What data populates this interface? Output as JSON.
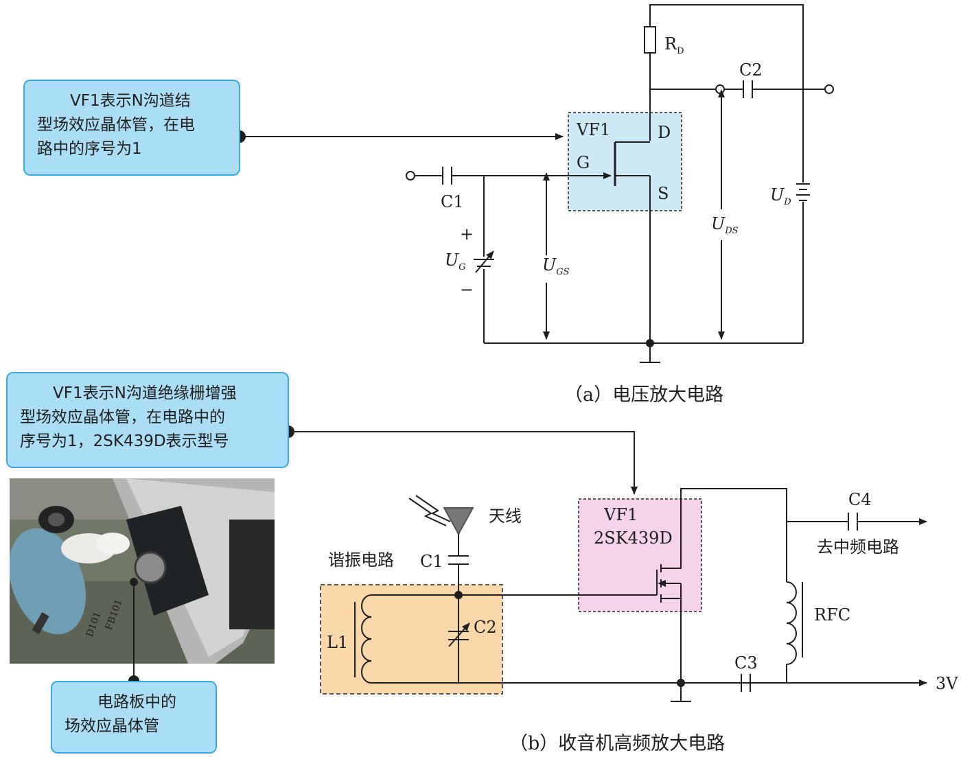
{
  "callouts": {
    "a": {
      "line1": "VF1表示N沟道结",
      "line2": "型场效应晶体管，在电",
      "line3": "路中的序号为1"
    },
    "b": {
      "line1": "VF1表示N沟道绝缘栅增强",
      "line2": "型场效应晶体管，在电路中的",
      "line3": "序号为1，2SK439D表示型号"
    },
    "photo": {
      "line1": "电路板中的",
      "line2": "场效应晶体管"
    }
  },
  "photo_labels": {
    "d101": "D101",
    "fb101": "FB101"
  },
  "circuit_a": {
    "caption": "（a）电压放大电路",
    "rd": "R",
    "rd_sub": "D",
    "c2": "C2",
    "vf1": "VF1",
    "d": "D",
    "g": "G",
    "s": "S",
    "c1": "C1",
    "plus": "+",
    "minus": "−",
    "ug": "U",
    "ug_sub": "G",
    "ugs": "U",
    "ugs_sub": "GS",
    "uds": "U",
    "uds_sub": "DS",
    "ud": "U",
    "ud_sub": "D"
  },
  "circuit_b": {
    "caption": "（b）收音机高频放大电路",
    "antenna": "天线",
    "resonant": "谐振电路",
    "c1": "C1",
    "vf1": "VF1",
    "model": "2SK439D",
    "c4": "C4",
    "to_if": "去中频电路",
    "rfc": "RFC",
    "l1": "L1",
    "c2": "C2",
    "c3": "C3",
    "v3": "3V"
  },
  "colors": {
    "callout_fill": "#a9def6",
    "callout_border": "#36a9e0",
    "vf1_box_a": "#cde9f6",
    "vf1_box_b": "#f6d3ea",
    "resonant_box": "#f9d7a9"
  }
}
